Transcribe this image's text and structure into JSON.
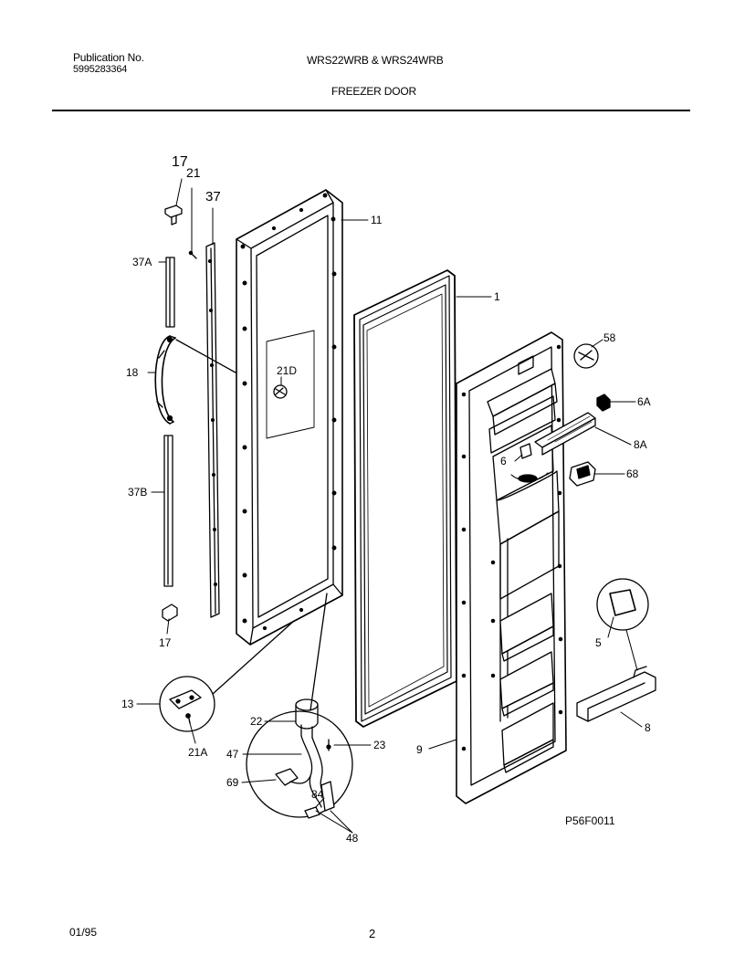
{
  "header": {
    "publication_label": "Publication No.",
    "publication_number": "5995283364",
    "model": "WRS22WRB & WRS24WRB",
    "section_title": "FREEZER DOOR"
  },
  "footer": {
    "date": "01/95",
    "page_number": "2"
  },
  "diagram": {
    "figure_code": "P56F0011",
    "part_labels": {
      "p17_top": "17",
      "p21": "21",
      "p37": "37",
      "p37A": "37A",
      "p18": "18",
      "p37B": "37B",
      "p17_bottom": "17",
      "p11": "11",
      "p21D": "21D",
      "p1": "1",
      "p13": "13",
      "p21A": "21A",
      "p22": "22",
      "p23": "23",
      "p47": "47",
      "p69": "69",
      "p84": "84",
      "p48": "48",
      "p9": "9",
      "p58": "58",
      "p6A": "6A",
      "p6": "6",
      "p8A": "8A",
      "p68": "68",
      "p5": "5",
      "p8": "8"
    }
  }
}
